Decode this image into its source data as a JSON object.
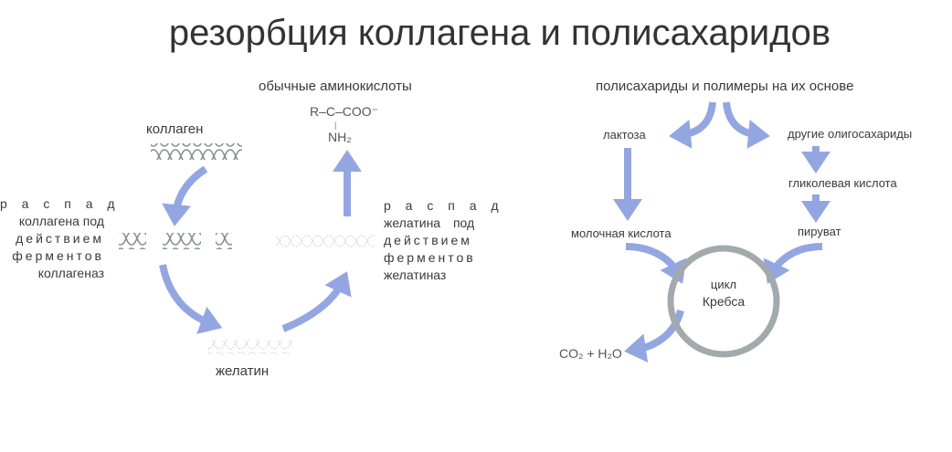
{
  "title": "резорбция коллагена и полисахаридов",
  "left": {
    "amino_label": "обычные аминокислоты",
    "formula_top": "R–C–COO⁻",
    "formula_bottom": "NH₂",
    "collagen": "коллаген",
    "gelatin": "желатин",
    "collagen_breakdown": [
      "р а с п а д",
      "коллагена под",
      "действием",
      "ферментов",
      "коллагеназ"
    ],
    "gelatin_breakdown": [
      "р а с п а д",
      "желатина под",
      "действием",
      "ферментов",
      "желатиназ"
    ]
  },
  "right": {
    "polysaccharides": "полисахариды и полимеры на их основе",
    "lactose": "лактоза",
    "oligosaccharides": "другие олигосахариды",
    "glycolic": "гликолевая кислота",
    "lactic": "молочная кислота",
    "pyruvate": "пируват",
    "cycle_line1": "цикл",
    "cycle_line2": "Кребса",
    "products": "CO₂ + H₂O"
  },
  "colors": {
    "arrow": "#93a6e2",
    "cycle": "#a3aaad",
    "helix": "#8a9094"
  }
}
